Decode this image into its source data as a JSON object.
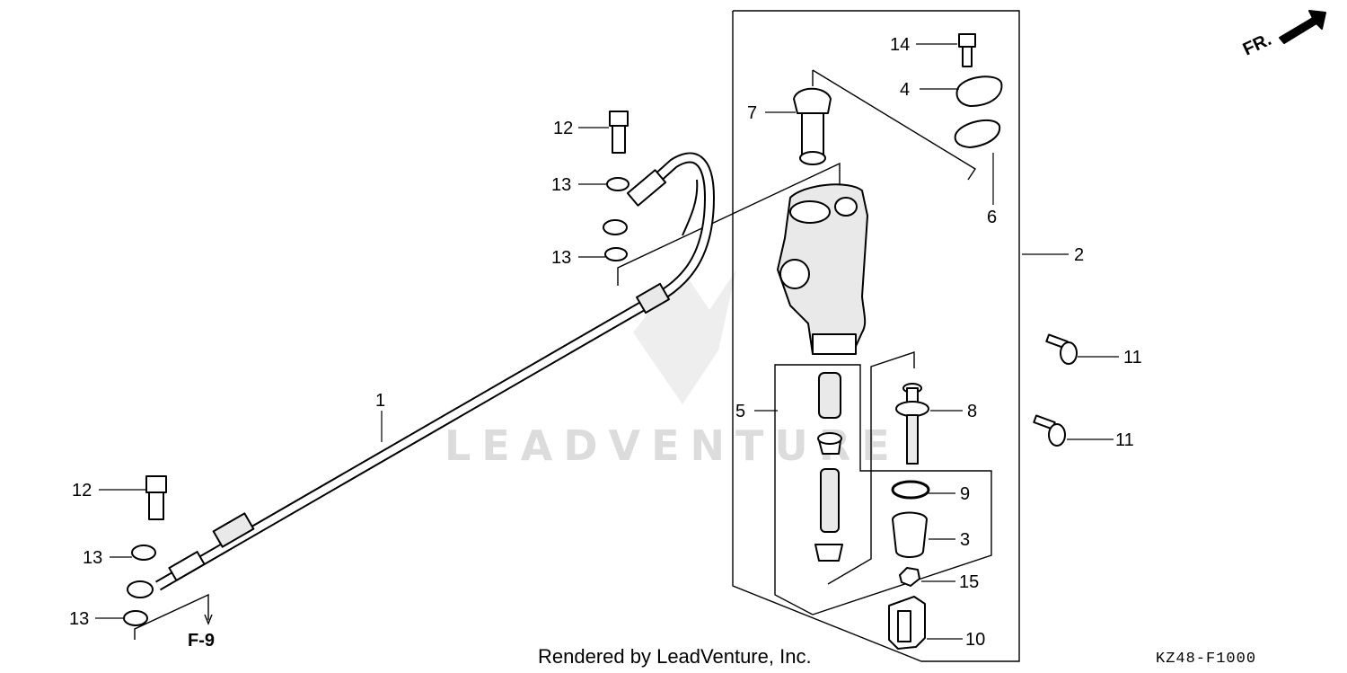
{
  "diagram": {
    "callouts": [
      {
        "id": "c1",
        "text": "1"
      },
      {
        "id": "c2",
        "text": "2"
      },
      {
        "id": "c3",
        "text": "3"
      },
      {
        "id": "c4",
        "text": "4"
      },
      {
        "id": "c5",
        "text": "5"
      },
      {
        "id": "c6",
        "text": "6"
      },
      {
        "id": "c7",
        "text": "7"
      },
      {
        "id": "c8",
        "text": "8"
      },
      {
        "id": "c9",
        "text": "9"
      },
      {
        "id": "c10",
        "text": "10"
      },
      {
        "id": "c11a",
        "text": "11"
      },
      {
        "id": "c11b",
        "text": "11"
      },
      {
        "id": "c12a",
        "text": "12"
      },
      {
        "id": "c12b",
        "text": "12"
      },
      {
        "id": "c13a",
        "text": "13"
      },
      {
        "id": "c13b",
        "text": "13"
      },
      {
        "id": "c13c",
        "text": "13"
      },
      {
        "id": "c13d",
        "text": "13"
      },
      {
        "id": "c14",
        "text": "14"
      },
      {
        "id": "c15",
        "text": "15"
      }
    ],
    "reference": "F-9",
    "direction": "FR.",
    "watermark": "LEADVENTURE",
    "credit": "Rendered by LeadVenture, Inc.",
    "code": "KZ48-F1000"
  }
}
